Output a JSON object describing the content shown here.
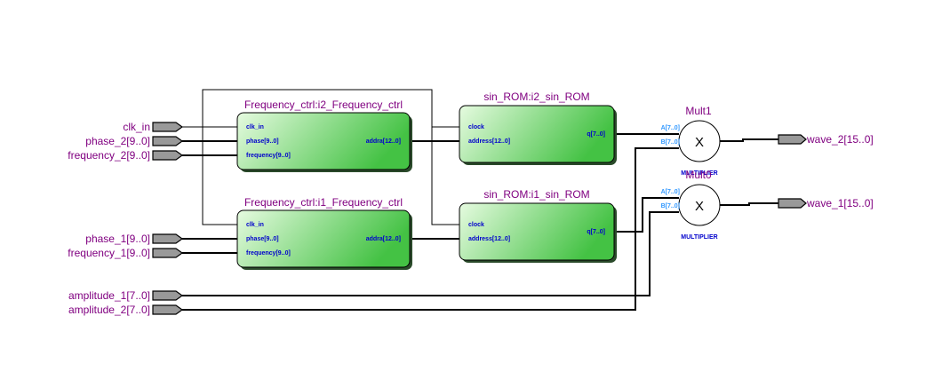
{
  "inputs": {
    "clk_in": "clk_in",
    "phase_2": "phase_2[9..0]",
    "frequency_2": "frequency_2[9..0]",
    "phase_1": "phase_1[9..0]",
    "frequency_1": "frequency_1[9..0]",
    "amplitude_1": "amplitude_1[7..0]",
    "amplitude_2": "amplitude_2[7..0]"
  },
  "outputs": {
    "wave_2": "wave_2[15..0]",
    "wave_1": "wave_1[15..0]"
  },
  "blocks": {
    "freq_i2": {
      "title": "Frequency_ctrl:i2_Frequency_ctrl",
      "ports": {
        "clk": "clk_in",
        "phase": "phase[9..0]",
        "freq": "frequency[9..0]",
        "addra": "addra[12..0]"
      }
    },
    "freq_i1": {
      "title": "Frequency_ctrl:i1_Frequency_ctrl",
      "ports": {
        "clk": "clk_in",
        "phase": "phase[9..0]",
        "freq": "frequency[9..0]",
        "addra": "addra[12..0]"
      }
    },
    "rom_i2": {
      "title": "sin_ROM:i2_sin_ROM",
      "ports": {
        "clock": "clock",
        "address": "address[12..0]",
        "q": "q[7..0]"
      }
    },
    "rom_i1": {
      "title": "sin_ROM:i1_sin_ROM",
      "ports": {
        "clock": "clock",
        "address": "address[12..0]",
        "q": "q[7..0]"
      }
    },
    "mult1": {
      "title": "Mult1",
      "a": "A[7..0]",
      "b": "B[7..0]",
      "symbol": "X",
      "type": "MULTIPLIER"
    },
    "mult0": {
      "title": "Mult0",
      "a": "A[7..0]",
      "b": "B[7..0]",
      "symbol": "X",
      "type": "MULTIPLIER"
    }
  },
  "colors": {
    "block_gradient_start": "#e6fbe0",
    "block_gradient_end": "#44c244",
    "label": "#800080",
    "port": "#0000cc",
    "mult_port": "#3399ff",
    "pin_fill": "#999999"
  }
}
